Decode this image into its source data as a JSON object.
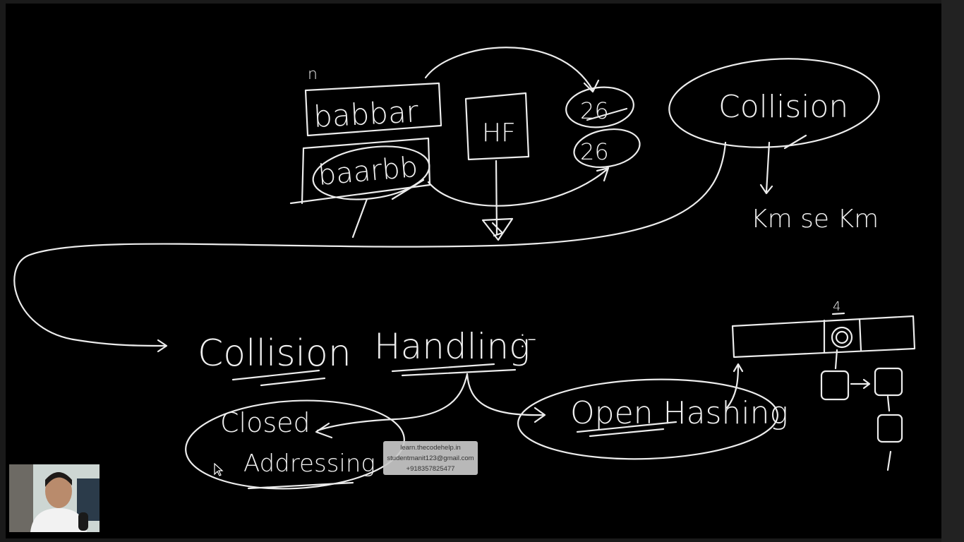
{
  "board": {
    "labels": {
      "n_marker": "n",
      "key1": "babbar",
      "key2": "baarbb",
      "hash_function": "HF",
      "index1": "26",
      "index2": "26",
      "collision": "Collision",
      "km_se_km": "Km se Km",
      "heading_part1": "Collision",
      "heading_part2": "Handling",
      "heading_suffix": ":-",
      "closed_line1": "Closed",
      "closed_line2": "Addressing",
      "open_hashing": "Open Hashing",
      "bucket_index": "4"
    }
  },
  "watermark": {
    "site": "learn.thecodehelp.in",
    "email": "studentmanit123@gmail.com",
    "phone": "+918357825477"
  },
  "colors": {
    "board_background": "#000000",
    "ink": "#ececec",
    "frame": "#1a1a1a"
  }
}
